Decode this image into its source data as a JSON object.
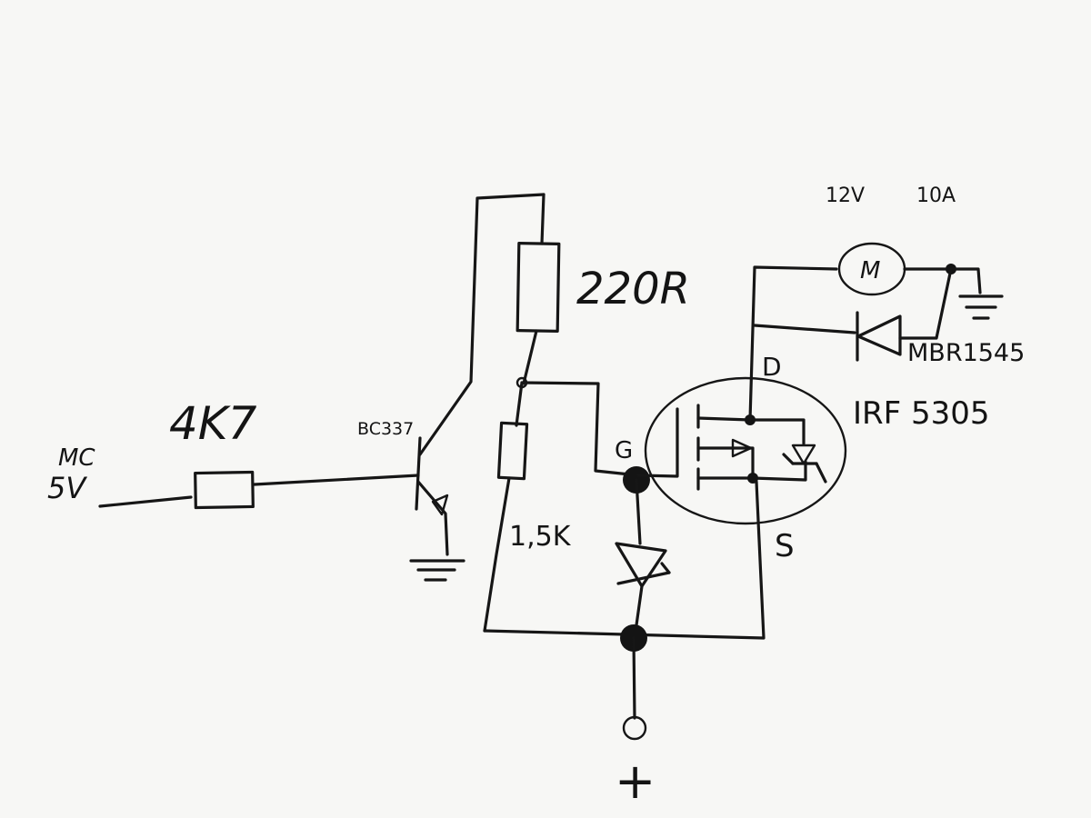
{
  "labels": {
    "mc": "MC",
    "v5": "5V",
    "r_base": "4K7",
    "transistor": "BC337",
    "r_top": "220R",
    "r_bottom": "1,5K",
    "gate": "G",
    "drain": "D",
    "source": "S",
    "mosfet": "IRF 5305",
    "motor": "M",
    "diode": "MBR1545",
    "supply_v": "12V",
    "supply_a": "10A",
    "plus": "+"
  },
  "colors": {
    "ink": "#161616",
    "paper": "#f7f7f5"
  }
}
